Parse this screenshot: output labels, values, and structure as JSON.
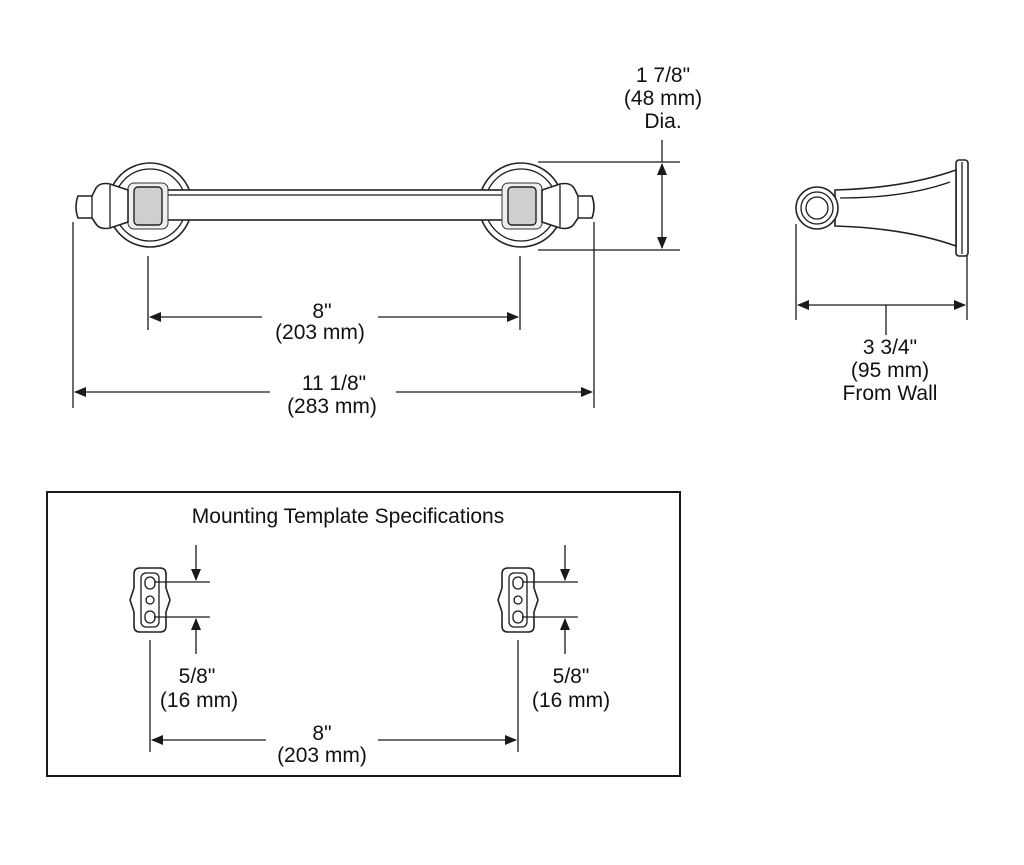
{
  "front_view": {
    "inner_span": {
      "imperial": "8\"",
      "metric": "(203 mm)"
    },
    "overall_length": {
      "imperial": "11 1/8\"",
      "metric": "(283 mm)"
    },
    "diameter": {
      "imperial": "1 7/8\"",
      "metric": "(48 mm)",
      "note": "Dia."
    }
  },
  "side_view": {
    "projection": {
      "imperial": "3 3/4\"",
      "metric": "(95 mm)",
      "note": "From Wall"
    }
  },
  "template": {
    "title": "Mounting Template Specifications",
    "left_slot": {
      "imperial": "5/8\"",
      "metric": "(16 mm)"
    },
    "right_slot": {
      "imperial": "5/8\"",
      "metric": "(16 mm)"
    },
    "span": {
      "imperial": "8\"",
      "metric": "(203 mm)"
    }
  }
}
